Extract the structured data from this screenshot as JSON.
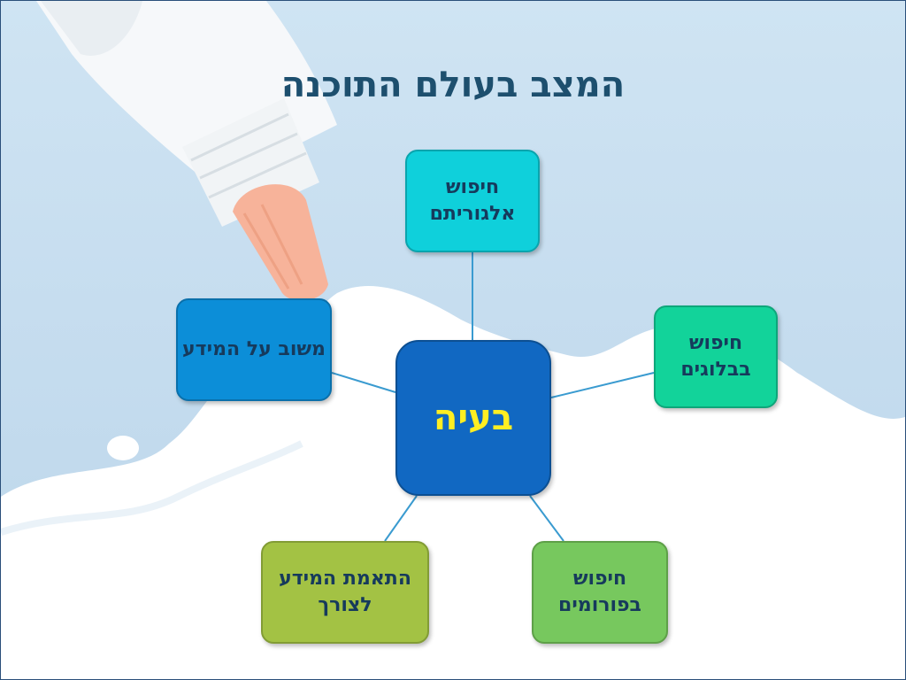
{
  "slide": {
    "title": "המצב בעולם התוכנה"
  },
  "diagram": {
    "center": "בעיה",
    "nodes": [
      {
        "id": "top",
        "label": "חיפוש אלגוריתם",
        "color": "#0fd0db"
      },
      {
        "id": "right",
        "label": "חיפוש בבלוגים",
        "color": "#12d39a"
      },
      {
        "id": "bottom-right",
        "label": "חיפוש בפורומים",
        "color": "#77c85e"
      },
      {
        "id": "bottom-left",
        "label": "התאמת המידע לצורך",
        "color": "#a3c244"
      },
      {
        "id": "left",
        "label": "משוב על המידע",
        "color": "#0c8ed8"
      }
    ],
    "center_color": "#1168c2",
    "center_text_color": "#ffee22",
    "connector_color": "#3a9bd0"
  },
  "decoration": {
    "background_image": "glue-bottle-spill-image"
  }
}
